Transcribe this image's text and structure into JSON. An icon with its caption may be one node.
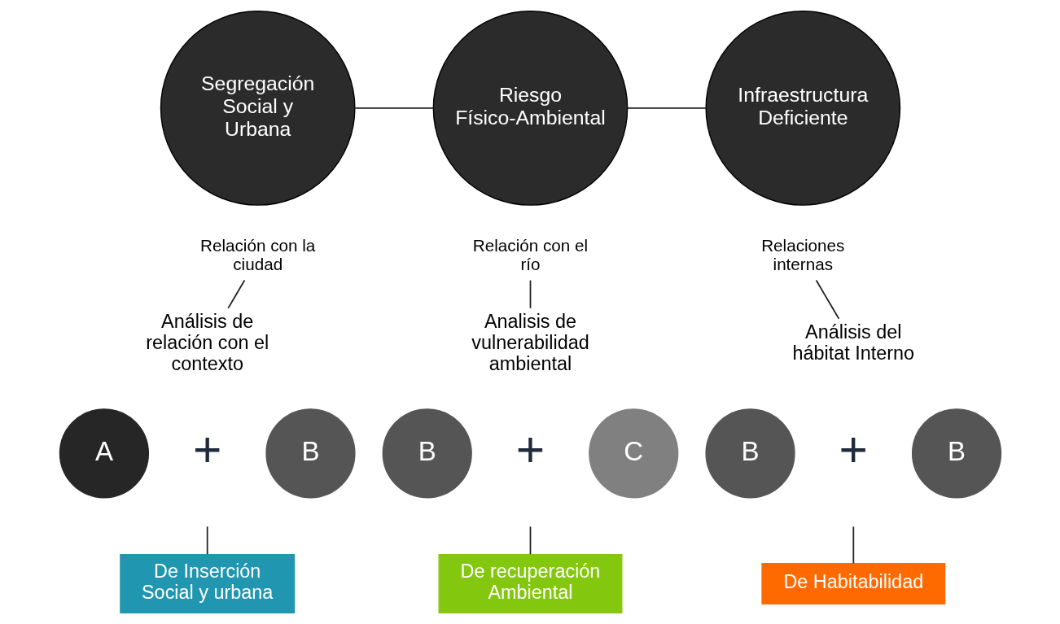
{
  "diagram": {
    "nodes": [
      {
        "text": [
          "Segregación Social y Urbana"
        ]
      },
      {
        "text": [
          "Relación con la ciudad"
        ]
      },
      {
        "text": [
          "Análisis de relación con el contexto"
        ]
      },
      {
        "text": [
          "A"
        ]
      },
      {
        "text": [
          "B"
        ]
      },
      {
        "text": [
          "De Inserción Social y urbana"
        ]
      },
      {
        "text": [
          "Riesgo Físico-Ambiental"
        ]
      },
      {
        "text": [
          "Relación con el río"
        ]
      },
      {
        "text": [
          "Analisis de vulnerabilidad ambiental"
        ]
      },
      {
        "text": [
          "B"
        ]
      },
      {
        "text": [
          "C"
        ]
      },
      {
        "text": [
          "De recuperación Ambiental"
        ]
      },
      {
        "text": [
          "Infraestructura Deficiente"
        ]
      },
      {
        "text": [
          "Relaciones internas"
        ]
      },
      {
        "text": [
          "Análisis del hábitat Interno"
        ]
      },
      {
        "text": [
          "B"
        ]
      },
      {
        "text": [
          "B"
        ]
      },
      {
        "text": [
          "De Habitabilidad"
        ]
      }
    ],
    "edges": [
      {
        "from": 0,
        "to": 6,
        "arrow": "none"
      },
      {
        "from": 6,
        "to": 12,
        "arrow": "none"
      },
      {
        "from": 1,
        "to": 2,
        "arrow": "none"
      },
      {
        "from": null,
        "to": 5,
        "arrow": "none"
      },
      {
        "from": 7,
        "to": 8,
        "arrow": "none"
      },
      {
        "from": null,
        "to": 11,
        "arrow": "none"
      },
      {
        "from": 13,
        "to": 14,
        "arrow": "none"
      },
      {
        "from": null,
        "to": 17,
        "arrow": "none"
      }
    ],
    "labels": [
      "+",
      "+",
      "+"
    ]
  }
}
